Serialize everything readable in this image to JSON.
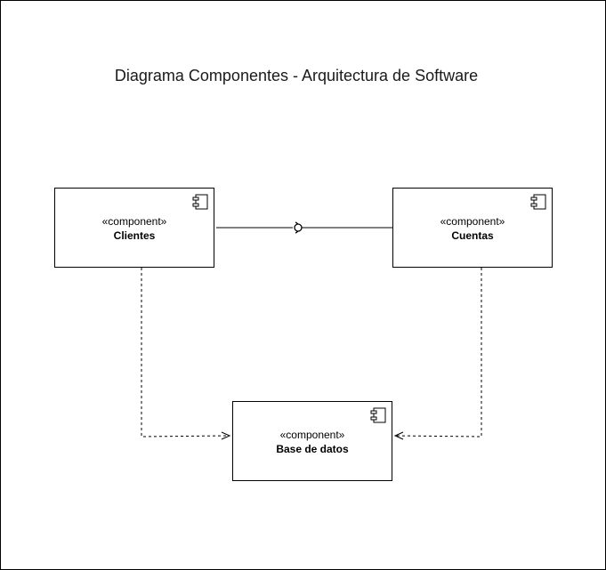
{
  "title": "Diagrama Componentes - Arquitectura de Software",
  "components": {
    "clientes": {
      "stereotype": "«component»",
      "name": "Clientes",
      "icon": "component-icon"
    },
    "cuentas": {
      "stereotype": "«component»",
      "name": "Cuentas",
      "icon": "component-icon"
    },
    "base_datos": {
      "stereotype": "«component»",
      "name": "Base de datos",
      "icon": "component-icon"
    }
  },
  "relations": [
    {
      "type": "interface",
      "from": "Clientes",
      "to": "Cuentas"
    },
    {
      "type": "dependency",
      "from": "Clientes",
      "to": "Base de datos"
    },
    {
      "type": "dependency",
      "from": "Cuentas",
      "to": "Base de datos"
    }
  ],
  "colors": {
    "line": "#000000",
    "background": "#ffffff"
  }
}
